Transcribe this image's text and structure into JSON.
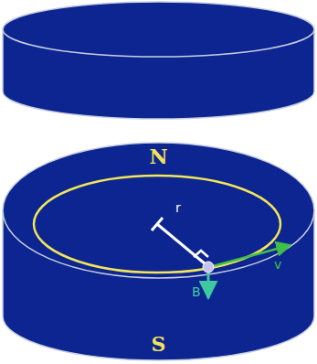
{
  "diagram": {
    "nodes": [
      {
        "text": [
          "N"
        ]
      },
      {
        "text": [
          "S"
        ]
      }
    ],
    "labels": [
      "r",
      "B",
      "v"
    ]
  }
}
